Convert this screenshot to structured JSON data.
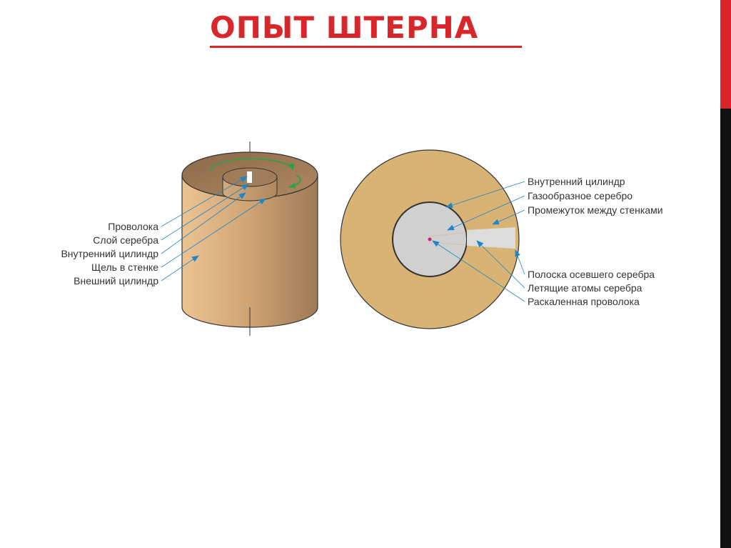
{
  "title": "ОПЫТ ШТЕРНА",
  "theme": {
    "accent": "#d8262b",
    "dark_bar": "#111111",
    "cylinder_fill": "#c9a070",
    "disk_fill": "#d9b374",
    "inner_disk_fill": "#d0d0d0",
    "arrow_color": "#1c86c9",
    "rotation_arrow_color": "#2aa24a"
  },
  "left_labels": [
    "Проволока",
    "Слой серебра",
    "Внутренний цилиндр",
    "Щель в стенке",
    "Внешний цилиндр"
  ],
  "right_labels_top": [
    "Внутренний цилиндр",
    "Газообразное серебро",
    "Промежуток между стенками"
  ],
  "right_labels_bottom": [
    "Полоска осевшего серебра",
    "Летящие атомы серебра",
    "Раскаленная проволока"
  ]
}
